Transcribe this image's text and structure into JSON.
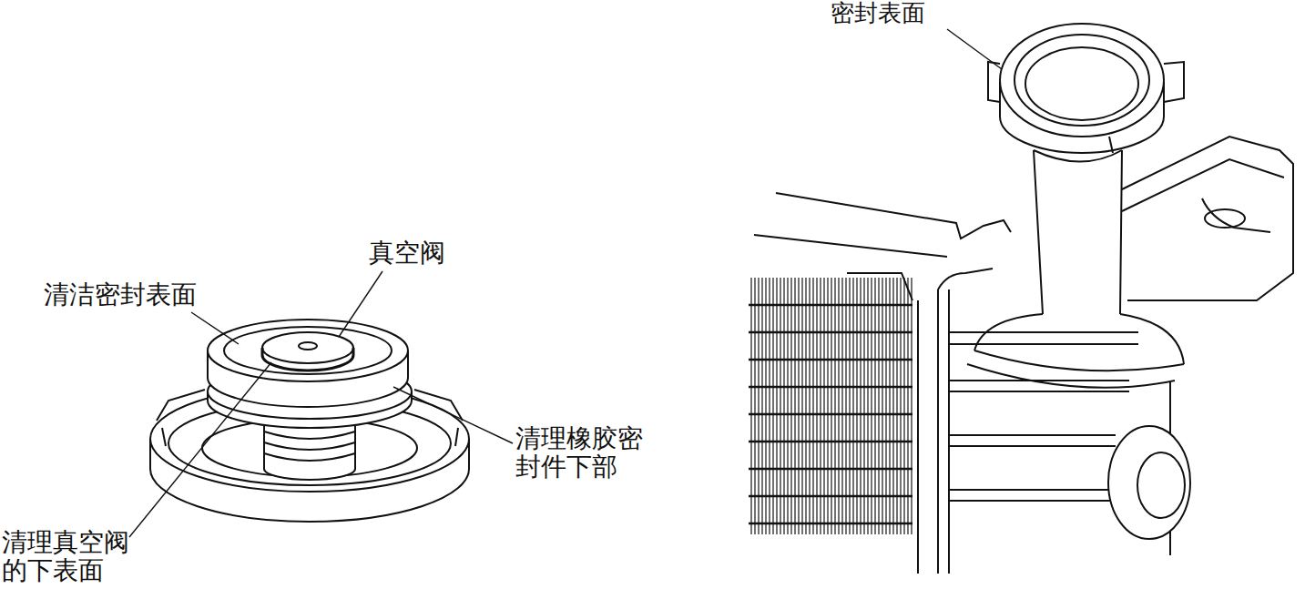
{
  "diagram": {
    "labels": [
      "密封表面",
      "真空阀",
      "清洁密封表面",
      "清理橡胶密 封件下部",
      "清理真空阀 的下表面"
    ]
  }
}
